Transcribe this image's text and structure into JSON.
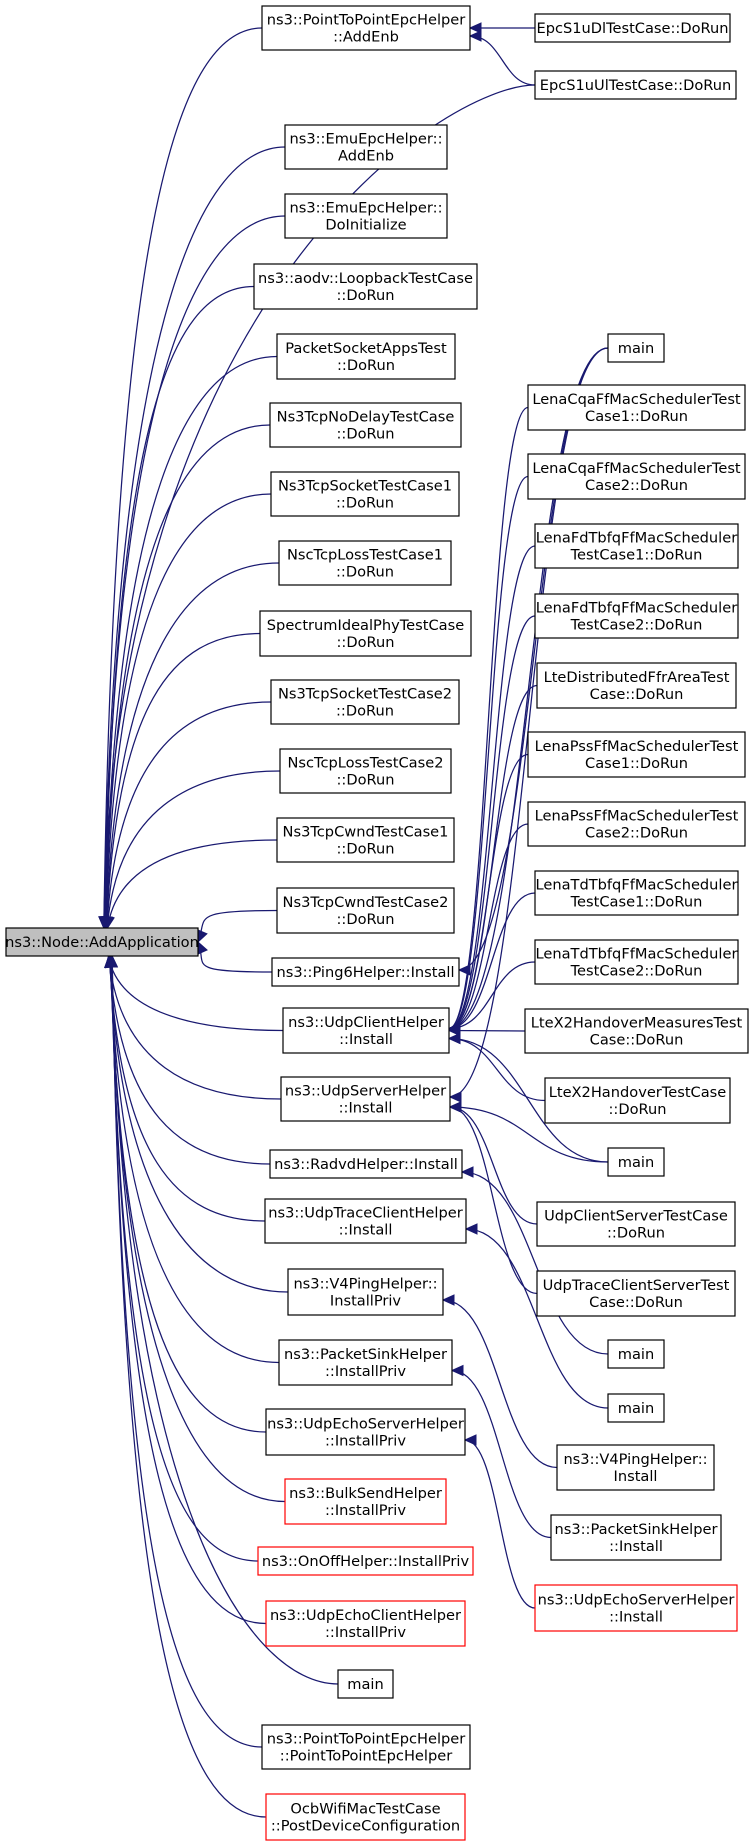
{
  "colors": {
    "edge": "#191970",
    "node_border": "#000000",
    "node_border_truncated": "#ff0000",
    "root_fill": "#bfbfbf",
    "background": "#ffffff"
  },
  "root": {
    "id": "root",
    "lines": [
      "ns3::Node::AddApplication"
    ]
  },
  "callers": [
    {
      "id": "p2p_addenb",
      "lines": [
        "ns3::PointToPointEpcHelper",
        "::AddEnb"
      ],
      "red": false
    },
    {
      "id": "emu_addenb",
      "lines": [
        "ns3::EmuEpcHelper::",
        "AddEnb"
      ],
      "red": false
    },
    {
      "id": "emu_doinit",
      "lines": [
        "ns3::EmuEpcHelper::",
        "DoInitialize"
      ],
      "red": false
    },
    {
      "id": "aodv_loop",
      "lines": [
        "ns3::aodv::LoopbackTestCase",
        "::DoRun"
      ],
      "red": false
    },
    {
      "id": "packetsocket",
      "lines": [
        "PacketSocketAppsTest",
        "::DoRun"
      ],
      "red": false
    },
    {
      "id": "nodelay",
      "lines": [
        "Ns3TcpNoDelayTestCase",
        "::DoRun"
      ],
      "red": false
    },
    {
      "id": "sock1",
      "lines": [
        "Ns3TcpSocketTestCase1",
        "::DoRun"
      ],
      "red": false
    },
    {
      "id": "nscloss1",
      "lines": [
        "NscTcpLossTestCase1",
        "::DoRun"
      ],
      "red": false
    },
    {
      "id": "specideal",
      "lines": [
        "SpectrumIdealPhyTestCase",
        "::DoRun"
      ],
      "red": false
    },
    {
      "id": "sock2",
      "lines": [
        "Ns3TcpSocketTestCase2",
        "::DoRun"
      ],
      "red": false
    },
    {
      "id": "nscloss2",
      "lines": [
        "NscTcpLossTestCase2",
        "::DoRun"
      ],
      "red": false
    },
    {
      "id": "cwnd1",
      "lines": [
        "Ns3TcpCwndTestCase1",
        "::DoRun"
      ],
      "red": false
    },
    {
      "id": "cwnd2",
      "lines": [
        "Ns3TcpCwndTestCase2",
        "::DoRun"
      ],
      "red": false
    },
    {
      "id": "ping6",
      "lines": [
        "ns3::Ping6Helper::Install"
      ],
      "red": false
    },
    {
      "id": "udpclient",
      "lines": [
        "ns3::UdpClientHelper",
        "::Install"
      ],
      "red": false
    },
    {
      "id": "udpserver",
      "lines": [
        "ns3::UdpServerHelper",
        "::Install"
      ],
      "red": false
    },
    {
      "id": "radvd",
      "lines": [
        "ns3::RadvdHelper::Install"
      ],
      "red": false
    },
    {
      "id": "udptrace",
      "lines": [
        "ns3::UdpTraceClientHelper",
        "::Install"
      ],
      "red": false
    },
    {
      "id": "v4ping",
      "lines": [
        "ns3::V4PingHelper::",
        "InstallPriv"
      ],
      "red": false
    },
    {
      "id": "packetsink",
      "lines": [
        "ns3::PacketSinkHelper",
        "::InstallPriv"
      ],
      "red": false
    },
    {
      "id": "udpechoserver",
      "lines": [
        "ns3::UdpEchoServerHelper",
        "::InstallPriv"
      ],
      "red": false
    },
    {
      "id": "bulksend",
      "lines": [
        "ns3::BulkSendHelper",
        "::InstallPriv"
      ],
      "red": true
    },
    {
      "id": "onoff",
      "lines": [
        "ns3::OnOffHelper::InstallPriv"
      ],
      "red": true
    },
    {
      "id": "udpechoclient",
      "lines": [
        "ns3::UdpEchoClientHelper",
        "::InstallPriv"
      ],
      "red": true
    },
    {
      "id": "main_l1",
      "lines": [
        "main"
      ],
      "red": false
    },
    {
      "id": "p2p_ctor",
      "lines": [
        "ns3::PointToPointEpcHelper",
        "::PointToPointEpcHelper"
      ],
      "red": false
    },
    {
      "id": "ocb",
      "lines": [
        "OcbWifiMacTestCase",
        "::PostDeviceConfiguration"
      ],
      "red": true
    }
  ],
  "second_level": [
    {
      "id": "epcdl",
      "lines": [
        "EpcS1uDlTestCase::DoRun"
      ],
      "red": false
    },
    {
      "id": "epcul",
      "lines": [
        "EpcS1uUlTestCase::DoRun"
      ],
      "red": false
    },
    {
      "id": "main_a",
      "lines": [
        "main"
      ],
      "red": false
    },
    {
      "id": "cqa1",
      "lines": [
        "LenaCqaFfMacSchedulerTest",
        "Case1::DoRun"
      ],
      "red": false
    },
    {
      "id": "cqa2",
      "lines": [
        "LenaCqaFfMacSchedulerTest",
        "Case2::DoRun"
      ],
      "red": false
    },
    {
      "id": "fdtbfq1",
      "lines": [
        "LenaFdTbfqFfMacScheduler",
        "TestCase1::DoRun"
      ],
      "red": false
    },
    {
      "id": "fdtbfq2",
      "lines": [
        "LenaFdTbfqFfMacScheduler",
        "TestCase2::DoRun"
      ],
      "red": false
    },
    {
      "id": "lteffr",
      "lines": [
        "LteDistributedFfrAreaTest",
        "Case::DoRun"
      ],
      "red": false
    },
    {
      "id": "pss1",
      "lines": [
        "LenaPssFfMacSchedulerTest",
        "Case1::DoRun"
      ],
      "red": false
    },
    {
      "id": "pss2",
      "lines": [
        "LenaPssFfMacSchedulerTest",
        "Case2::DoRun"
      ],
      "red": false
    },
    {
      "id": "tdtbfq1",
      "lines": [
        "LenaTdTbfqFfMacScheduler",
        "TestCase1::DoRun"
      ],
      "red": false
    },
    {
      "id": "tdtbfq2",
      "lines": [
        "LenaTdTbfqFfMacScheduler",
        "TestCase2::DoRun"
      ],
      "red": false
    },
    {
      "id": "x2meas",
      "lines": [
        "LteX2HandoverMeasuresTest",
        "Case::DoRun"
      ],
      "red": false
    },
    {
      "id": "x2ho",
      "lines": [
        "LteX2HandoverTestCase",
        "::DoRun"
      ],
      "red": false
    },
    {
      "id": "main_b",
      "lines": [
        "main"
      ],
      "red": false
    },
    {
      "id": "udpcs",
      "lines": [
        "UdpClientServerTestCase",
        "::DoRun"
      ],
      "red": false
    },
    {
      "id": "udptcs",
      "lines": [
        "UdpTraceClientServerTest",
        "Case::DoRun"
      ],
      "red": false
    },
    {
      "id": "main_c",
      "lines": [
        "main"
      ],
      "red": false
    },
    {
      "id": "main_d",
      "lines": [
        "main"
      ],
      "red": false
    },
    {
      "id": "v4pinginst",
      "lines": [
        "ns3::V4PingHelper::",
        "Install"
      ],
      "red": false
    },
    {
      "id": "psinst",
      "lines": [
        "ns3::PacketSinkHelper",
        "::Install"
      ],
      "red": false
    },
    {
      "id": "uesinst",
      "lines": [
        "ns3::UdpEchoServerHelper",
        "::Install"
      ],
      "red": true
    }
  ],
  "edges": [
    [
      "p2p_addenb",
      "root"
    ],
    [
      "emu_addenb",
      "root"
    ],
    [
      "emu_doinit",
      "root"
    ],
    [
      "aodv_loop",
      "root"
    ],
    [
      "packetsocket",
      "root"
    ],
    [
      "nodelay",
      "root"
    ],
    [
      "sock1",
      "root"
    ],
    [
      "nscloss1",
      "root"
    ],
    [
      "specideal",
      "root"
    ],
    [
      "sock2",
      "root"
    ],
    [
      "nscloss2",
      "root"
    ],
    [
      "cwnd1",
      "root"
    ],
    [
      "cwnd2",
      "root"
    ],
    [
      "ping6",
      "root"
    ],
    [
      "udpclient",
      "root"
    ],
    [
      "udpserver",
      "root"
    ],
    [
      "radvd",
      "root"
    ],
    [
      "udptrace",
      "root"
    ],
    [
      "v4ping",
      "root"
    ],
    [
      "packetsink",
      "root"
    ],
    [
      "udpechoserver",
      "root"
    ],
    [
      "bulksend",
      "root"
    ],
    [
      "onoff",
      "root"
    ],
    [
      "udpechoclient",
      "root"
    ],
    [
      "main_l1",
      "root"
    ],
    [
      "p2p_ctor",
      "root"
    ],
    [
      "ocb",
      "root"
    ],
    [
      "epcul",
      "root"
    ],
    [
      "epcdl",
      "p2p_addenb"
    ],
    [
      "epcul",
      "p2p_addenb"
    ],
    [
      "main_a",
      "ping6"
    ],
    [
      "main_a",
      "udpclient"
    ],
    [
      "cqa1",
      "udpclient"
    ],
    [
      "cqa2",
      "udpclient"
    ],
    [
      "fdtbfq1",
      "udpclient"
    ],
    [
      "fdtbfq2",
      "udpclient"
    ],
    [
      "lteffr",
      "udpclient"
    ],
    [
      "pss1",
      "udpclient"
    ],
    [
      "pss2",
      "udpclient"
    ],
    [
      "tdtbfq1",
      "udpclient"
    ],
    [
      "tdtbfq2",
      "udpclient"
    ],
    [
      "x2meas",
      "udpclient"
    ],
    [
      "x2ho",
      "udpclient"
    ],
    [
      "main_b",
      "udpclient"
    ],
    [
      "main_b",
      "udpserver"
    ],
    [
      "udpcs",
      "udpserver"
    ],
    [
      "udptcs",
      "udpserver"
    ],
    [
      "main_a",
      "udpserver"
    ],
    [
      "main_c",
      "radvd"
    ],
    [
      "main_d",
      "udptrace"
    ],
    [
      "v4pinginst",
      "v4ping"
    ],
    [
      "psinst",
      "packetsink"
    ],
    [
      "uesinst",
      "udpechoserver"
    ]
  ]
}
